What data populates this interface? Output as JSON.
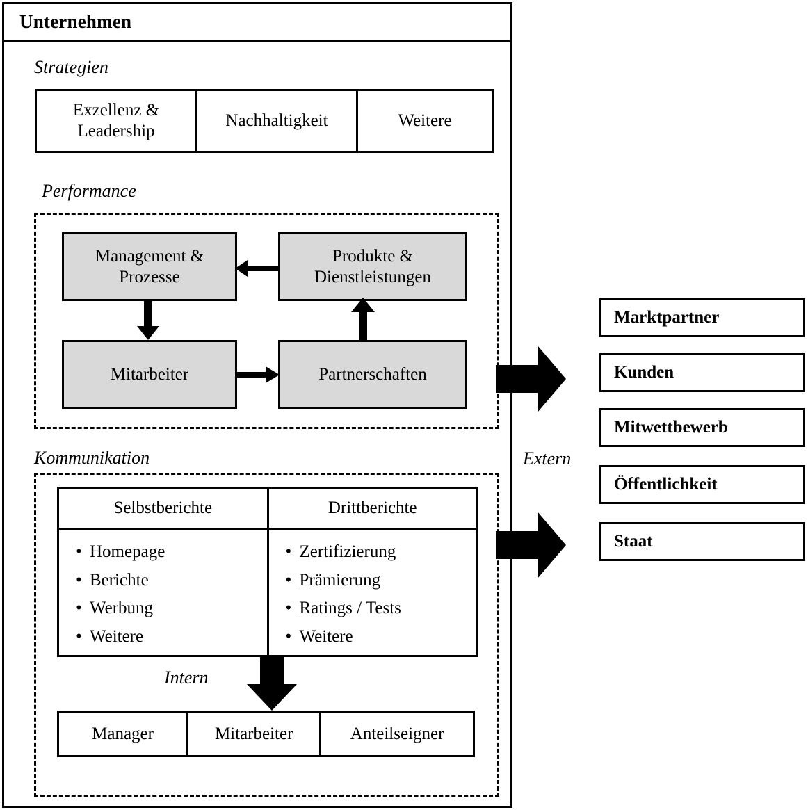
{
  "company": {
    "title": "Unternehmen"
  },
  "sections": {
    "strategien": {
      "caption": "Strategien",
      "items": [
        "Exzellenz &\nLeadership",
        "Nachhaltigkeit",
        "Weitere"
      ]
    },
    "performance": {
      "caption": "Performance",
      "nodes": [
        {
          "id": "management",
          "label": "Management  &\nProzesse"
        },
        {
          "id": "produkte",
          "label": "Produkte &\nDienstleistungen"
        },
        {
          "id": "mitarbeiter",
          "label": "Mitarbeiter"
        },
        {
          "id": "partnerschaften",
          "label": "Partnerschaften"
        }
      ],
      "flows": [
        {
          "from": "produkte",
          "to": "management",
          "direction": "left"
        },
        {
          "from": "management",
          "to": "mitarbeiter",
          "direction": "down"
        },
        {
          "from": "mitarbeiter",
          "to": "partnerschaften",
          "direction": "right"
        },
        {
          "from": "partnerschaften",
          "to": "produkte",
          "direction": "up"
        }
      ]
    },
    "kommunikation": {
      "caption": "Kommunikation",
      "columns": [
        {
          "header": "Selbstberichte",
          "items": [
            "Homepage",
            "Berichte",
            "Werbung",
            "Weitere"
          ]
        },
        {
          "header": "Drittberichte",
          "items": [
            "Zertifizierung",
            "Prämierung",
            "Ratings  / Tests",
            "Weitere"
          ]
        }
      ],
      "intern_label": "Intern",
      "intern_targets": [
        "Manager",
        "Mitarbeiter",
        "Anteilseigner"
      ]
    }
  },
  "extern": {
    "label": "Extern",
    "stakeholders": [
      "Marktpartner",
      "Kunden",
      "Mitwettbewerb",
      "Öffentlichkeit",
      "Staat"
    ]
  },
  "colors": {
    "stroke": "#000000",
    "node_fill": "#d9d9d9",
    "background": "#ffffff"
  }
}
